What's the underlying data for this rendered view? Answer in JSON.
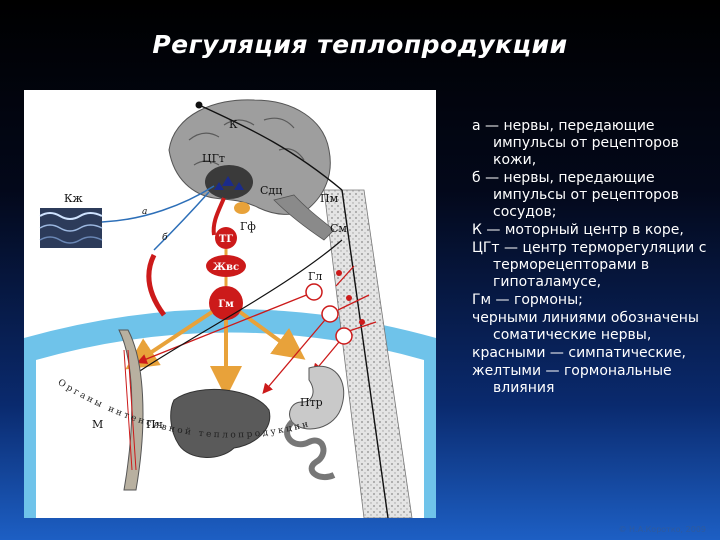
{
  "slide": {
    "title": "Регуляция теплопродукции",
    "copyright": "© Н.А.Коротко, 2009"
  },
  "diagram": {
    "labels": {
      "k": "К",
      "cgt": "ЦГт",
      "sdc": "Сдц",
      "gf": "Гф",
      "tg": "ТГ",
      "zhvs": "Жвс",
      "gm": "Гм",
      "kzh": "Кж",
      "pm": "Пм",
      "sm": "См",
      "gl": "Гл",
      "m": "М",
      "pch": "Пч",
      "ptr": "Птр",
      "a": "а",
      "b": "б"
    },
    "arc_caption": "Органы интенсивной теплопродукции"
  },
  "legend": [
    "а — нервы, передающие импульсы от рецепторов кожи,",
    "б — нервы, передающие импульсы от рецепторов сосудов;",
    "К — моторный центр в коре,",
    "ЦГт — центр терморегуляции с терморецепторами в гипоталамусе,",
    "Гм — гормоны;",
    "черными линиями обозначены соматические нервы,",
    "красными — симпатические,",
    "желтыми — гормональные влияния"
  ],
  "colors": {
    "red": "#cc1a1a",
    "yellow": "#e8a23a",
    "brain": "#9e9e9e",
    "arc": "#6fc3ea"
  }
}
